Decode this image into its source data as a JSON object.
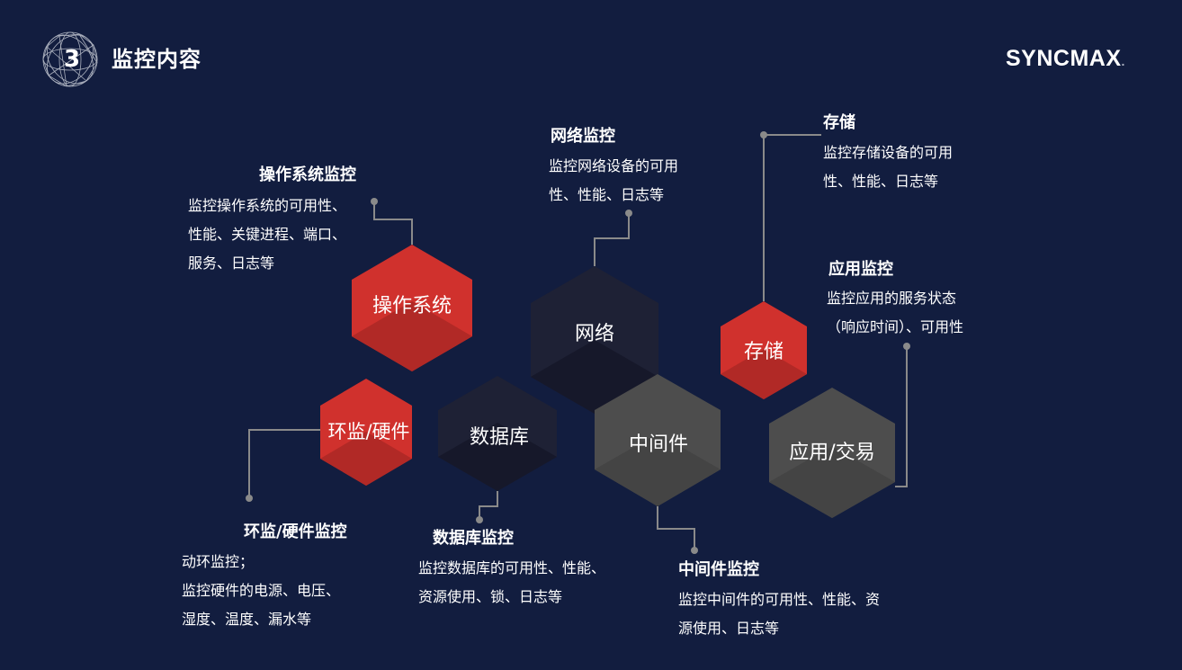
{
  "header": {
    "section_number": "3",
    "title": "监控内容",
    "logo": "SYNCMAX",
    "logo_mark": "."
  },
  "hexagons": {
    "os": "操作系统",
    "network": "网络",
    "storage": "存储",
    "env": "环监/硬件",
    "database": "数据库",
    "middleware": "中间件",
    "app": "应用/交易"
  },
  "blocks": {
    "os": {
      "title": "操作系统监控",
      "desc": "监控操作系统的可用性、\n性能、关键进程、端口、\n服务、日志等"
    },
    "network": {
      "title": "网络监控",
      "desc": "监控网络设备的可用\n性、性能、日志等"
    },
    "storage": {
      "title": "存储",
      "desc": "监控存储设备的可用\n性、性能、日志等"
    },
    "app": {
      "title": "应用监控",
      "desc": "监控应用的服务状态\n（响应时间）、可用性"
    },
    "env": {
      "title": "环监/硬件监控",
      "desc": "动环监控；\n监控硬件的电源、电压、\n湿度、温度、漏水等"
    },
    "database": {
      "title": "数据库监控",
      "desc": "监控数据库的可用性、性能、\n资源使用、锁、日志等"
    },
    "middleware": {
      "title": "中间件监控",
      "desc": "监控中间件的可用性、性能、资\n源使用、日志等"
    }
  },
  "colors": {
    "background": "#121d3f",
    "red": "#d0312d",
    "dark": "#1e2135",
    "gray": "#4d4d4d",
    "connector": "#8a8a8a"
  }
}
